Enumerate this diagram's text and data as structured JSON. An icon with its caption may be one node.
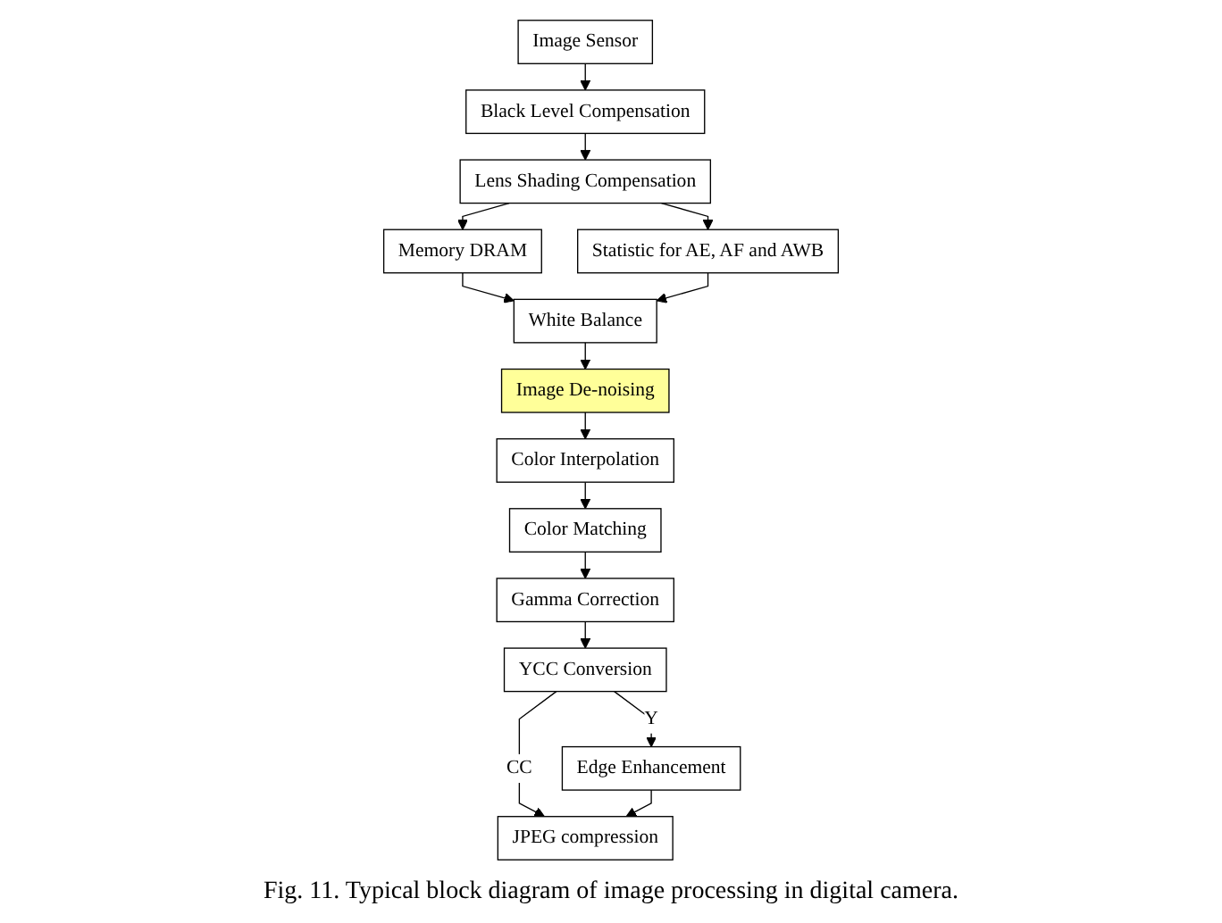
{
  "diagram": {
    "caption": "Fig. 11. Typical block diagram of image processing in digital camera.",
    "nodes": [
      {
        "text": [
          "Image Sensor"
        ]
      },
      {
        "text": [
          "Black Level Compensation"
        ]
      },
      {
        "text": [
          "Lens Shading Compensation"
        ]
      },
      {
        "text": [
          "Memory DRAM"
        ]
      },
      {
        "text": [
          "White Balance"
        ]
      },
      {
        "text": [
          "Statistic for AE, AF and AWB"
        ]
      },
      {
        "text": [
          "Image De-noising"
        ]
      },
      {
        "text": [
          "Color Interpolation"
        ]
      },
      {
        "text": [
          "Color Matching"
        ]
      },
      {
        "text": [
          "Gamma Correction"
        ]
      },
      {
        "text": [
          "YCC Conversion"
        ]
      },
      {
        "text": [
          "Edge Enhancement"
        ]
      },
      {
        "text": [
          "JPEG compression"
        ]
      }
    ],
    "edges": [
      {
        "from": 0,
        "to": 1,
        "arrow": "to"
      },
      {
        "from": 1,
        "to": 2,
        "arrow": "to"
      },
      {
        "from": 2,
        "to": 3,
        "arrow": "to"
      },
      {
        "from": 2,
        "to": 5,
        "arrow": "to"
      },
      {
        "from": 3,
        "to": 4,
        "arrow": "to"
      },
      {
        "from": 5,
        "to": 4,
        "arrow": "to"
      },
      {
        "from": 4,
        "to": 6,
        "arrow": "to"
      },
      {
        "from": 6,
        "to": 7,
        "arrow": "to"
      },
      {
        "from": 7,
        "to": 8,
        "arrow": "to"
      },
      {
        "from": 8,
        "to": 9,
        "arrow": "to"
      },
      {
        "from": 9,
        "to": 10,
        "arrow": "to"
      },
      {
        "from": 10,
        "to": 11,
        "label": "Y",
        "arrow": "to"
      },
      {
        "from": 10,
        "to": 12,
        "label": "CC",
        "arrow": "to"
      },
      {
        "from": 11,
        "to": 12,
        "arrow": "to"
      }
    ]
  }
}
